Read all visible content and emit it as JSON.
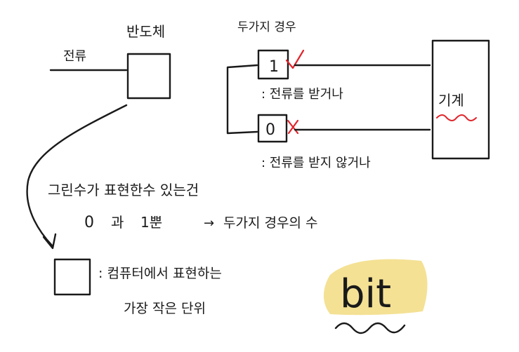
{
  "labels": {
    "semiconductor": "반도체",
    "current_left": "전류",
    "two_cases": "두가지 경우",
    "box_one": "1",
    "box_zero": "0",
    "current_flows": ": 전류를 받거나",
    "current_not_flows": ": 전류를 받지 않거나",
    "machine": "기계",
    "line1": "그린수가 표현한수 있는건",
    "line2_zero": "0",
    "line2_and": "과",
    "line2_one": "1뿐",
    "line2_arrow": "→",
    "line2_cases": "두가지 경우의 수",
    "computer_line1": ": 컴퓨터에서 표현하는",
    "computer_line2": "가장 작은 단위",
    "bit": "bit"
  },
  "colors": {
    "ink": "#1a1a1a",
    "red": "#e0242b",
    "highlight": "#f3df8e"
  }
}
